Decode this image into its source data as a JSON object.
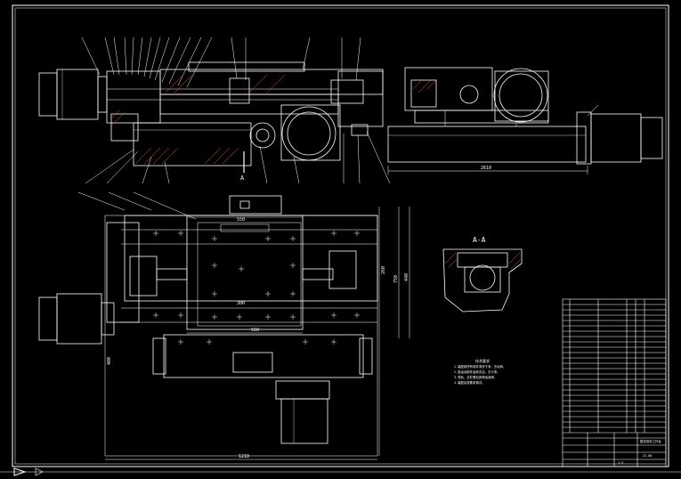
{
  "section_label": "A-A",
  "cut_marker": "A",
  "dimensions": {
    "side_length": "2610",
    "top_width": "550",
    "table_length": "300",
    "lower_width": "560",
    "base_width": "1210",
    "height_right_a": "750",
    "height_right_b": "440",
    "height_right_c": "260",
    "motor_label": "400"
  },
  "notes_title": "技术要求",
  "notes": [
    "1.装配前所有零件清洗干净，去毛刺。",
    "2.各运动部件运转灵活，无卡滞。",
    "3.导轨、丝杠需加润滑油润滑。",
    "4.装配后按要求调试。"
  ],
  "title_block": {
    "drawing_title": "数控铣床工作台",
    "drawing_number": "ZJ-00",
    "scale": "1:5"
  }
}
